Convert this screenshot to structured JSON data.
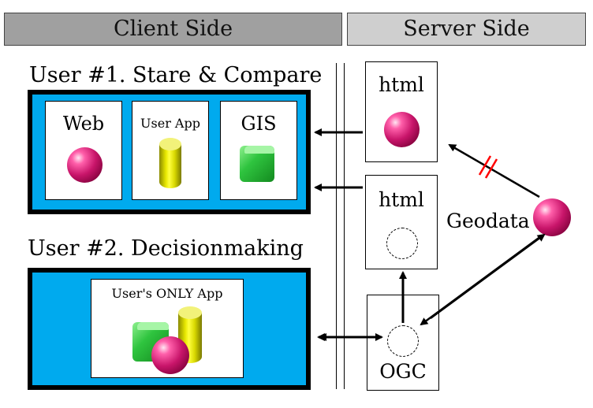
{
  "headers": {
    "client": "Client Side",
    "server": "Server Side"
  },
  "user1": {
    "title": "User #1. Stare & Compare",
    "windows": [
      {
        "label": "Web",
        "icon": "sphere"
      },
      {
        "label": "User App",
        "icon": "cylinder"
      },
      {
        "label": "GIS",
        "icon": "cube"
      }
    ]
  },
  "user2": {
    "title": "User #2. Decisionmaking",
    "window_label": "User's ONLY App"
  },
  "server": {
    "box1_label": "html",
    "box2_label": "html",
    "box3_label": "OGC",
    "geodata_label": "Geodata"
  },
  "colors": {
    "panel": "#00aaee",
    "client_header": "#a0a0a0",
    "server_header": "#cfcfcf",
    "broken_link": "#ff0000"
  }
}
